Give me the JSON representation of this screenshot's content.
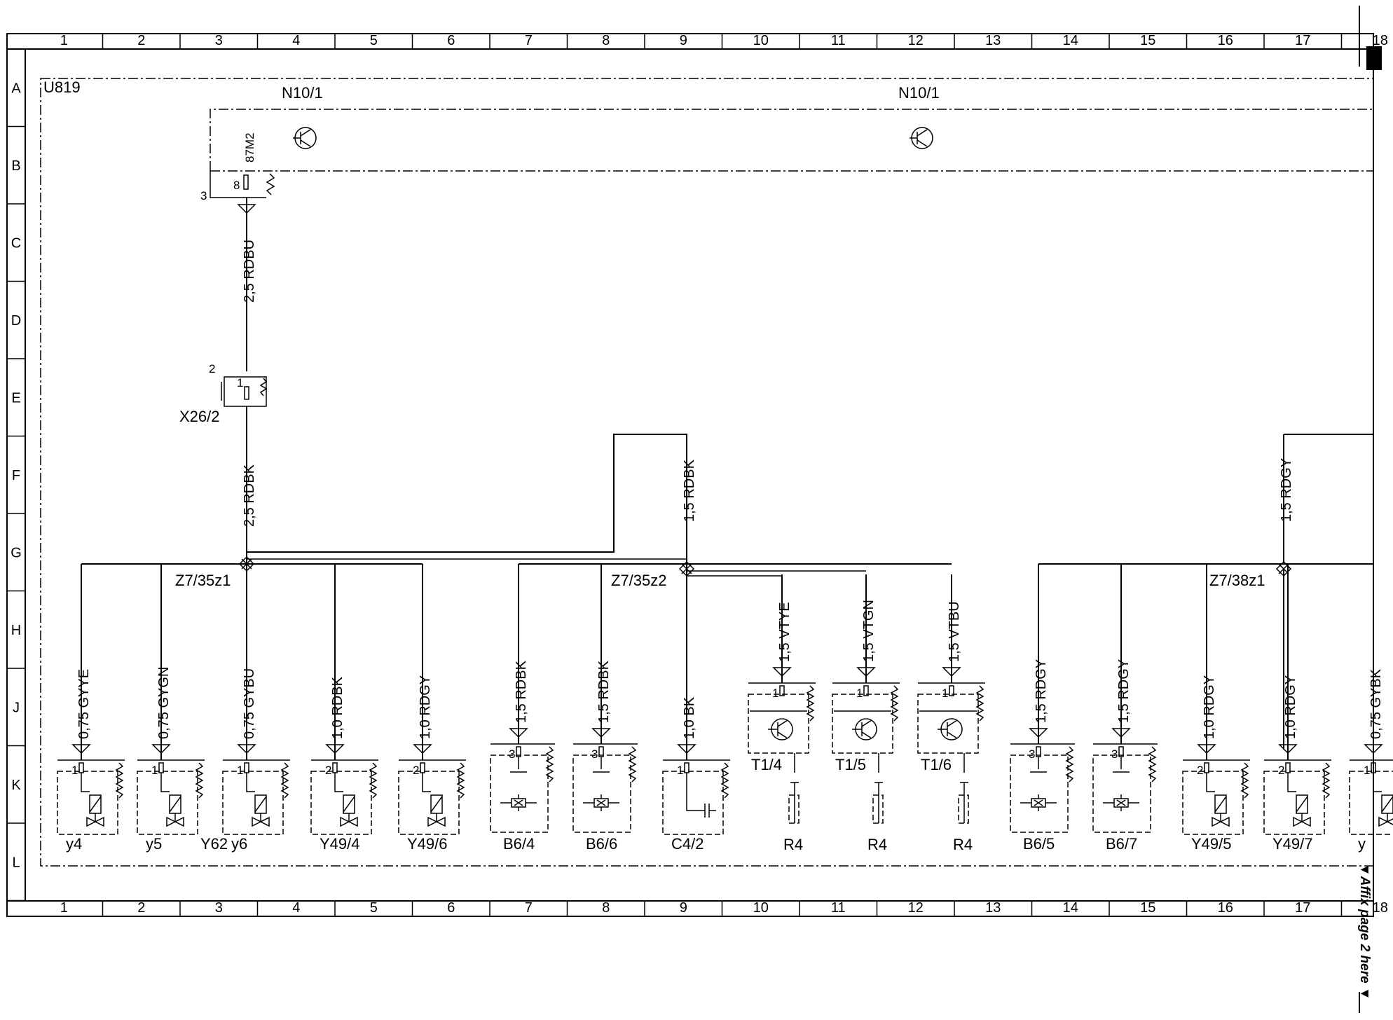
{
  "frame": {
    "columns": [
      "1",
      "2",
      "3",
      "4",
      "5",
      "6",
      "7",
      "8",
      "9",
      "10",
      "11",
      "12",
      "13",
      "14",
      "15",
      "16",
      "17",
      "18"
    ],
    "rows": [
      "A",
      "B",
      "C",
      "D",
      "E",
      "F",
      "G",
      "H",
      "J",
      "K",
      "L"
    ]
  },
  "labels": {
    "module": "U819",
    "n10_left": "N10/1",
    "n10_right": "N10/1",
    "n10_pin_top": "87M2",
    "n10_pin8": "8",
    "n10_pin3": "3",
    "x26_pin2": "2",
    "x26_pin1": "1",
    "x26": "X26/2",
    "z1": "Z7/35z1",
    "z2": "Z7/35z2",
    "z3": "Z7/38z1",
    "affix": "▼Affix page 2 here ▼"
  },
  "wires": {
    "main_top": "2,5 RDBU",
    "main_mid": "2,5 RDBK",
    "branch2": "1,5 RDBK",
    "branch3": "1,5 RDGY"
  },
  "components": [
    {
      "label": "y4",
      "wire": "0,75 GYYE",
      "pin": "1",
      "type": "valve"
    },
    {
      "label": "y5",
      "wire": "0,75 GYGN",
      "pin": "1",
      "type": "valve"
    },
    {
      "label": "y6",
      "wire": "0,75 GYBU",
      "pin": "1",
      "type": "valve"
    },
    {
      "label": "Y49/4",
      "wire": "1,0 RDBK",
      "pin": "2",
      "type": "valve"
    },
    {
      "label": "Y49/6",
      "wire": "1,0 RDGY",
      "pin": "2",
      "type": "valve"
    },
    {
      "label": "B6/4",
      "wire": "1,5 RDBK",
      "pin": "3",
      "type": "sensor"
    },
    {
      "label": "B6/6",
      "wire": "1,5 RDBK",
      "pin": "3",
      "type": "sensor"
    },
    {
      "label": "C4/2",
      "wire": "1,0 BK",
      "pin": "1",
      "type": "cap"
    },
    {
      "label": "T1/4",
      "wire": "1,5 VTYE",
      "pin": "1",
      "type": "coil",
      "sub": "R4"
    },
    {
      "label": "T1/5",
      "wire": "1,5 VTGN",
      "pin": "1",
      "type": "coil",
      "sub": "R4"
    },
    {
      "label": "T1/6",
      "wire": "1,5 VTBU",
      "pin": "1",
      "type": "coil",
      "sub": "R4"
    },
    {
      "label": "B6/5",
      "wire": "1,5 RDGY",
      "pin": "3",
      "type": "sensor"
    },
    {
      "label": "B6/7",
      "wire": "1,5 RDGY",
      "pin": "3",
      "type": "sensor"
    },
    {
      "label": "Y49/5",
      "wire": "1,0 RDGY",
      "pin": "2",
      "type": "valve"
    },
    {
      "label": "Y49/7",
      "wire": "1,0 RDGY",
      "pin": "2",
      "type": "valve"
    },
    {
      "label": "y",
      "wire": "0,75 GYBK",
      "pin": "1",
      "type": "valve"
    }
  ],
  "y62": "Y62"
}
